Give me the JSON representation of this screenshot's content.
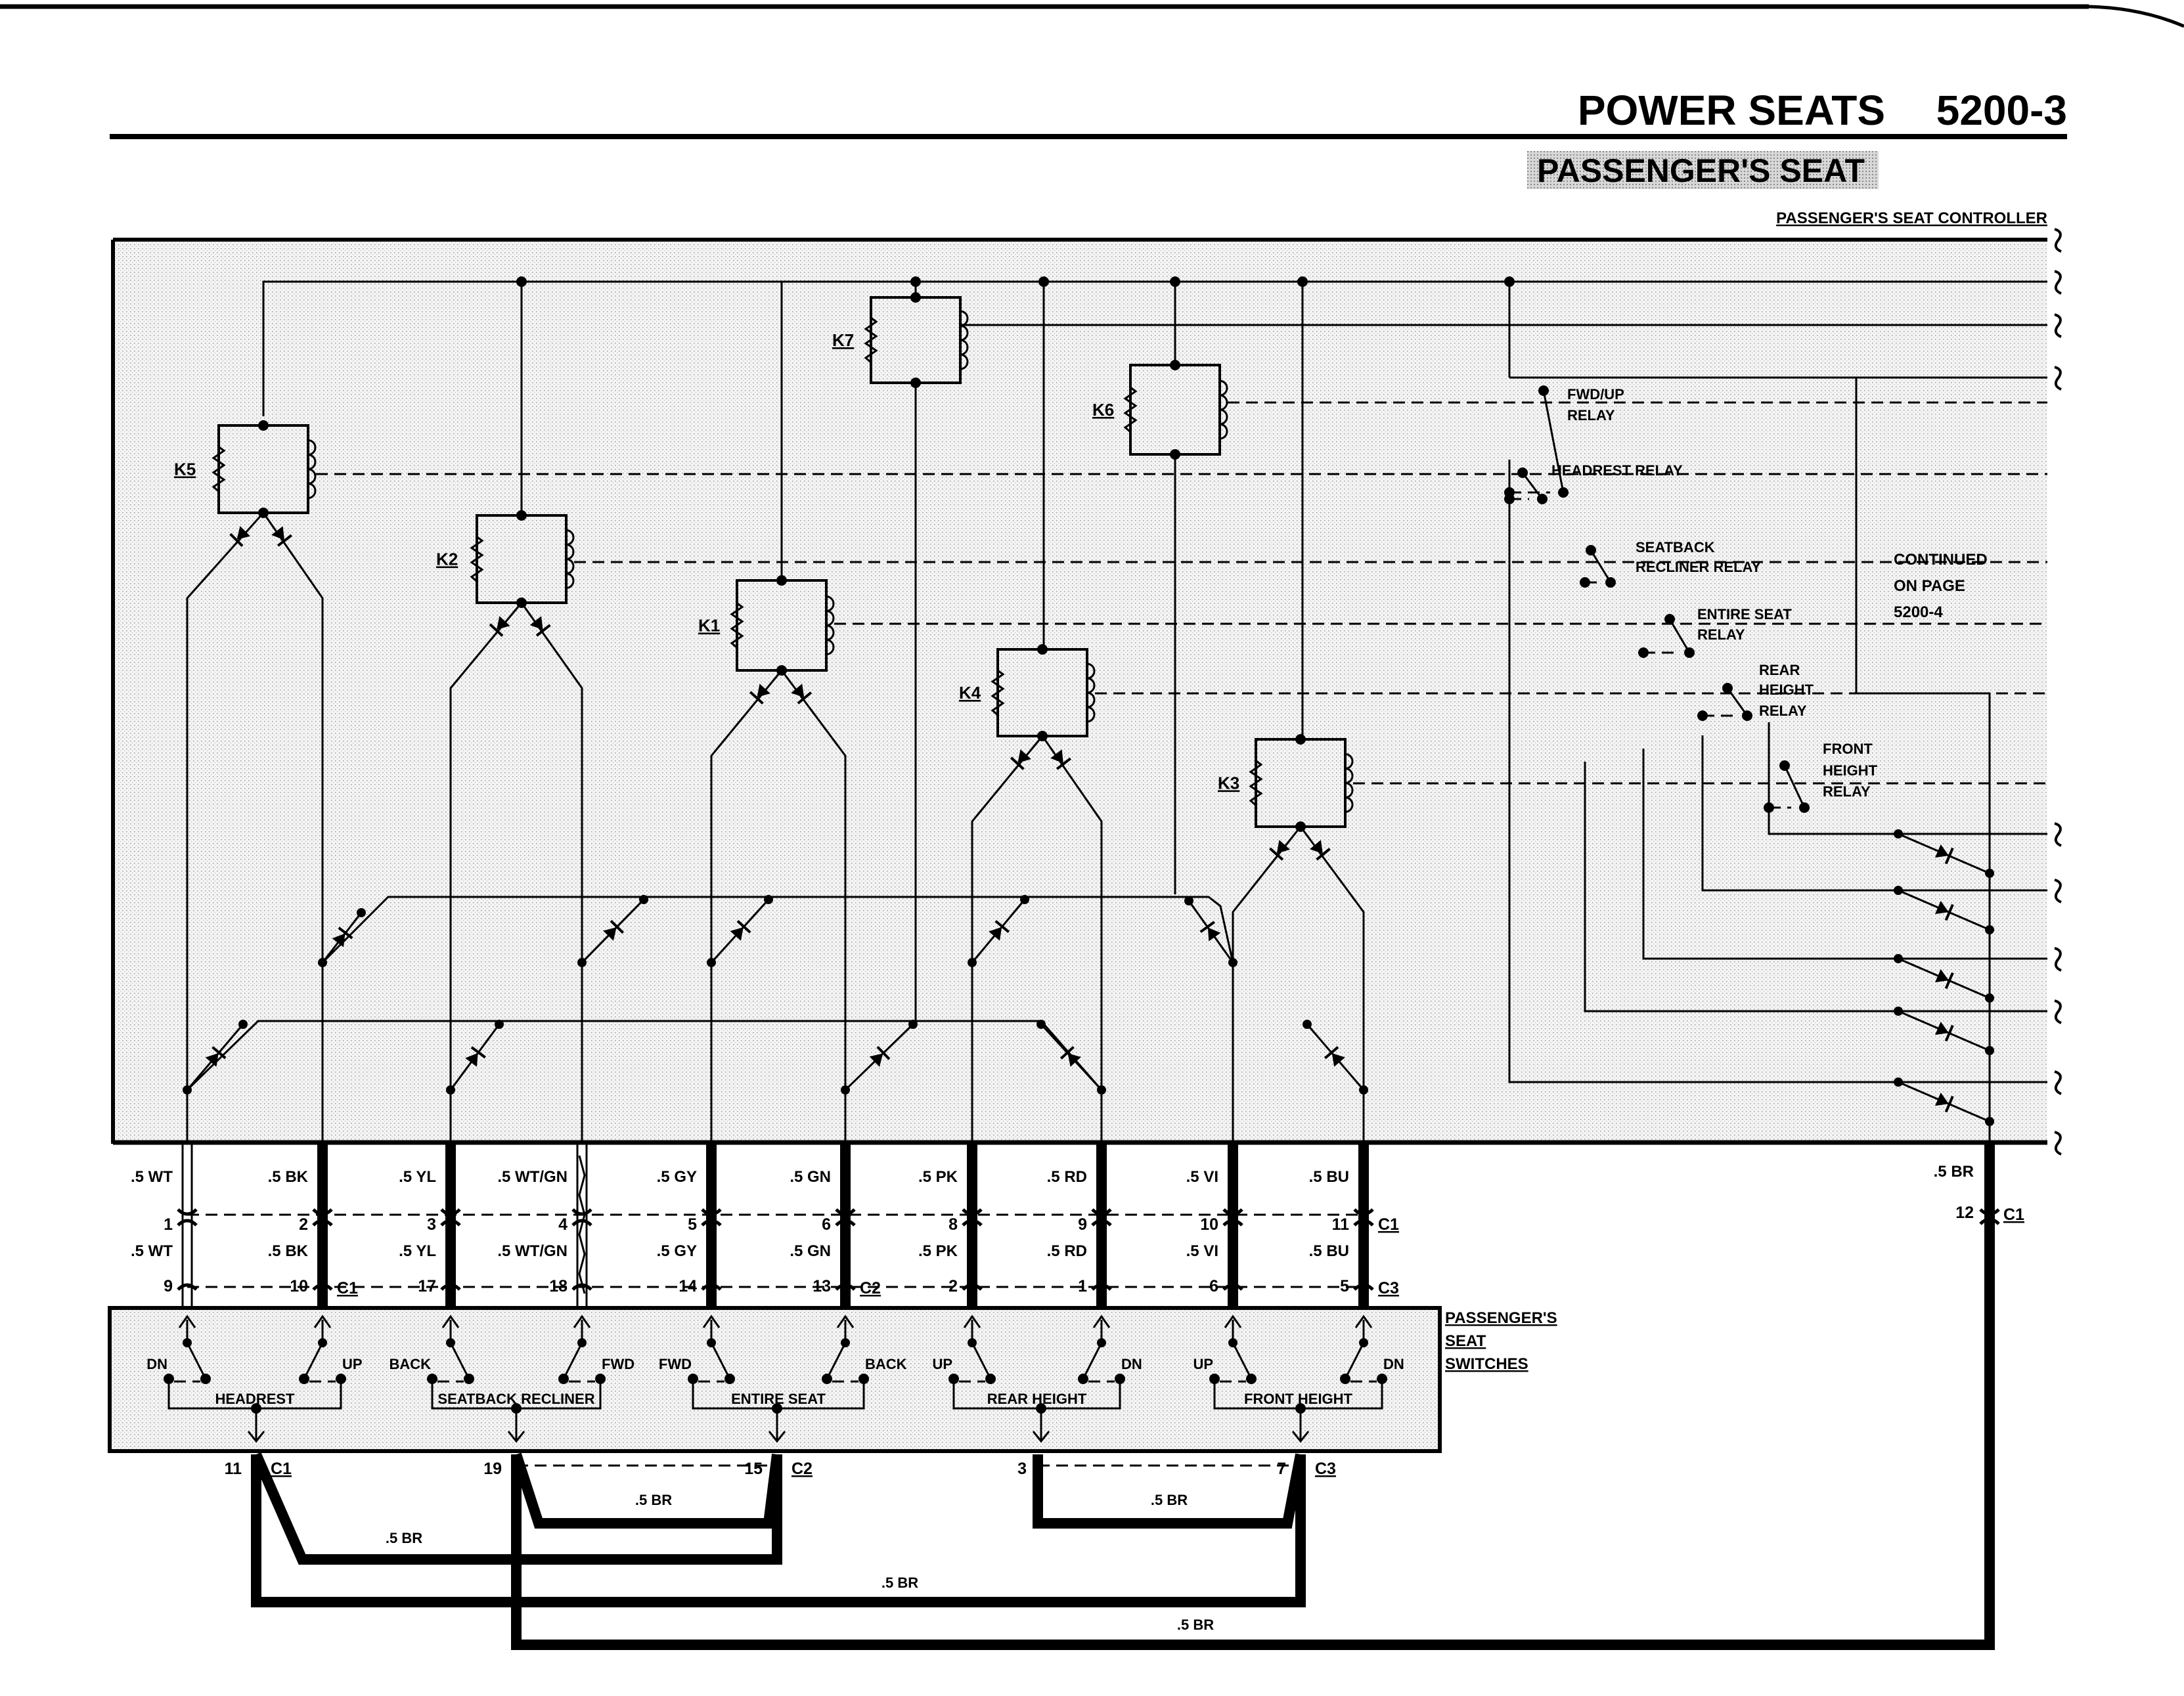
{
  "header": {
    "section_title": "POWER SEATS",
    "page_number": "5200-3",
    "subtitle": "PASSENGER'S SEAT"
  },
  "controller": {
    "label": "PASSENGER'S SEAT CONTROLLER",
    "continued_note": [
      "CONTINUED",
      "ON PAGE",
      "5200-4"
    ],
    "relays": [
      {
        "id": "K5"
      },
      {
        "id": "K2"
      },
      {
        "id": "K1"
      },
      {
        "id": "K7"
      },
      {
        "id": "K6"
      },
      {
        "id": "K4"
      },
      {
        "id": "K3"
      }
    ],
    "relay_contacts": [
      {
        "lines": [
          "FWD/UP",
          "RELAY"
        ]
      },
      {
        "lines": [
          "HEADREST RELAY"
        ]
      },
      {
        "lines": [
          "SEATBACK",
          "RECLINER RELAY"
        ]
      },
      {
        "lines": [
          "ENTIRE SEAT",
          "RELAY"
        ]
      },
      {
        "lines": [
          "REAR",
          "HEIGHT",
          "RELAY"
        ]
      },
      {
        "lines": [
          "FRONT",
          "HEIGHT",
          "RELAY"
        ]
      }
    ]
  },
  "wires": [
    {
      "color": ".5 WT",
      "pin_c1": "1",
      "pin_sw": "9",
      "sw_connector": "",
      "style": "hollow"
    },
    {
      "color": ".5 BK",
      "pin_c1": "2",
      "pin_sw": "10",
      "sw_connector": "C1",
      "style": "solid"
    },
    {
      "color": ".5 YL",
      "pin_c1": "3",
      "pin_sw": "17",
      "sw_connector": "",
      "style": "solid"
    },
    {
      "color": ".5 WT/GN",
      "pin_c1": "4",
      "pin_sw": "18",
      "sw_connector": "",
      "style": "striped"
    },
    {
      "color": ".5 GY",
      "pin_c1": "5",
      "pin_sw": "14",
      "sw_connector": "",
      "style": "solid"
    },
    {
      "color": ".5 GN",
      "pin_c1": "6",
      "pin_sw": "13",
      "sw_connector": "C2",
      "style": "solid"
    },
    {
      "color": ".5 PK",
      "pin_c1": "8",
      "pin_sw": "2",
      "sw_connector": "",
      "style": "solid"
    },
    {
      "color": ".5 RD",
      "pin_c1": "9",
      "pin_sw": "1",
      "sw_connector": "",
      "style": "solid"
    },
    {
      "color": ".5 VI",
      "pin_c1": "10",
      "pin_sw": "6",
      "sw_connector": "",
      "style": "solid"
    },
    {
      "color": ".5 BU",
      "pin_c1": "11",
      "pin_sw": "5",
      "sw_connector": "C3",
      "style": "solid"
    }
  ],
  "controller_connector": "C1",
  "ground_wire": {
    "color": ".5 BR",
    "pin": "12",
    "connector": "C1"
  },
  "switches": {
    "label": [
      "PASSENGER'S",
      "SEAT",
      "SWITCHES"
    ],
    "groups": [
      {
        "name": "HEADREST",
        "left": "DN",
        "right": "UP",
        "ground_pin": "11",
        "ground_connector": "C1"
      },
      {
        "name": "SEATBACK RECLINER",
        "left": "BACK",
        "right": "FWD",
        "ground_pin": "19",
        "ground_connector": ""
      },
      {
        "name": "ENTIRE SEAT",
        "left": "FWD",
        "right": "BACK",
        "ground_pin": "15",
        "ground_connector": "C2"
      },
      {
        "name": "REAR HEIGHT",
        "left": "UP",
        "right": "DN",
        "ground_pin": "3",
        "ground_connector": ""
      },
      {
        "name": "FRONT HEIGHT",
        "left": "UP",
        "right": "DN",
        "ground_pin": "7",
        "ground_connector": "C3"
      }
    ]
  },
  "ground_links": [
    {
      "label": ".5 BR"
    },
    {
      "label": ".5 BR"
    },
    {
      "label": ".5 BR"
    },
    {
      "label": ".5 BR"
    },
    {
      "label": ".5 BR"
    }
  ],
  "colors": {
    "ink": "#000000",
    "paper": "#ffffff",
    "shade": "#f1f1f1"
  }
}
